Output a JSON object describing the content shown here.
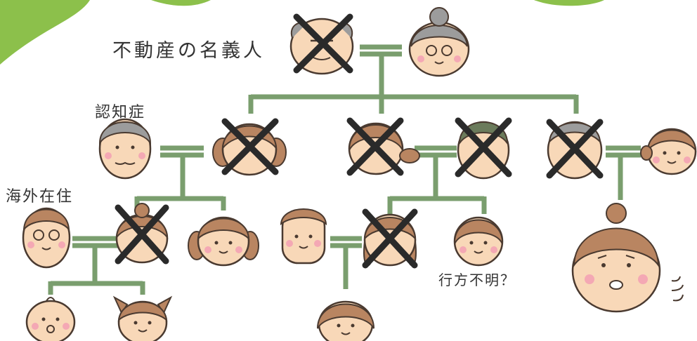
{
  "labels": {
    "owner": "不動産の名義人",
    "dementia": "認知症",
    "overseas": "海外在住",
    "missing": "行方不明？"
  },
  "colors": {
    "line": "#7a9e6e",
    "skin": "#f8d8b8",
    "outline": "#4a3a30",
    "cheek": "#f4a8b4",
    "hair_brown": "#b98561",
    "hair_gray": "#9c9c9c",
    "hair_dark": "#6b7b5b",
    "cross": "#2a2a2a",
    "accent_green": "#8cc04b"
  },
  "people": [
    {
      "id": "grandfather",
      "role": "owner",
      "deceased": true,
      "icon": "grandfather-face-icon"
    },
    {
      "id": "grandmother",
      "deceased": false,
      "icon": "grandmother-face-icon"
    },
    {
      "id": "child1",
      "deceased": true,
      "icon": "woman-face-icon"
    },
    {
      "id": "child1-spouse",
      "role": "dementia",
      "deceased": false,
      "icon": "old-man-face-icon"
    },
    {
      "id": "child2",
      "deceased": true,
      "icon": "woman-face-icon"
    },
    {
      "id": "child2-spouse",
      "deceased": true,
      "icon": "man-face-icon"
    },
    {
      "id": "child3",
      "deceased": true,
      "icon": "man-face-icon"
    },
    {
      "id": "child3-spouse",
      "deceased": false,
      "icon": "woman-face-icon"
    },
    {
      "id": "gc1",
      "deceased": true,
      "icon": "woman-face-icon"
    },
    {
      "id": "gc1-spouse",
      "role": "overseas",
      "deceased": false,
      "icon": "man-glasses-face-icon"
    },
    {
      "id": "gc2",
      "deceased": false,
      "icon": "girl-face-icon"
    },
    {
      "id": "gc3",
      "deceased": true,
      "icon": "woman-face-icon"
    },
    {
      "id": "gc3-spouse",
      "deceased": false,
      "icon": "man-face-icon"
    },
    {
      "id": "gc4",
      "role": "missing",
      "deceased": false,
      "icon": "woman-face-icon"
    },
    {
      "id": "gc5",
      "deceased": false,
      "icon": "worried-woman-face-icon"
    },
    {
      "id": "ggc1",
      "deceased": false,
      "icon": "baby-face-icon"
    },
    {
      "id": "ggc2",
      "deceased": false,
      "icon": "girl-face-icon"
    },
    {
      "id": "ggc3",
      "deceased": false,
      "icon": "woman-face-icon"
    }
  ]
}
